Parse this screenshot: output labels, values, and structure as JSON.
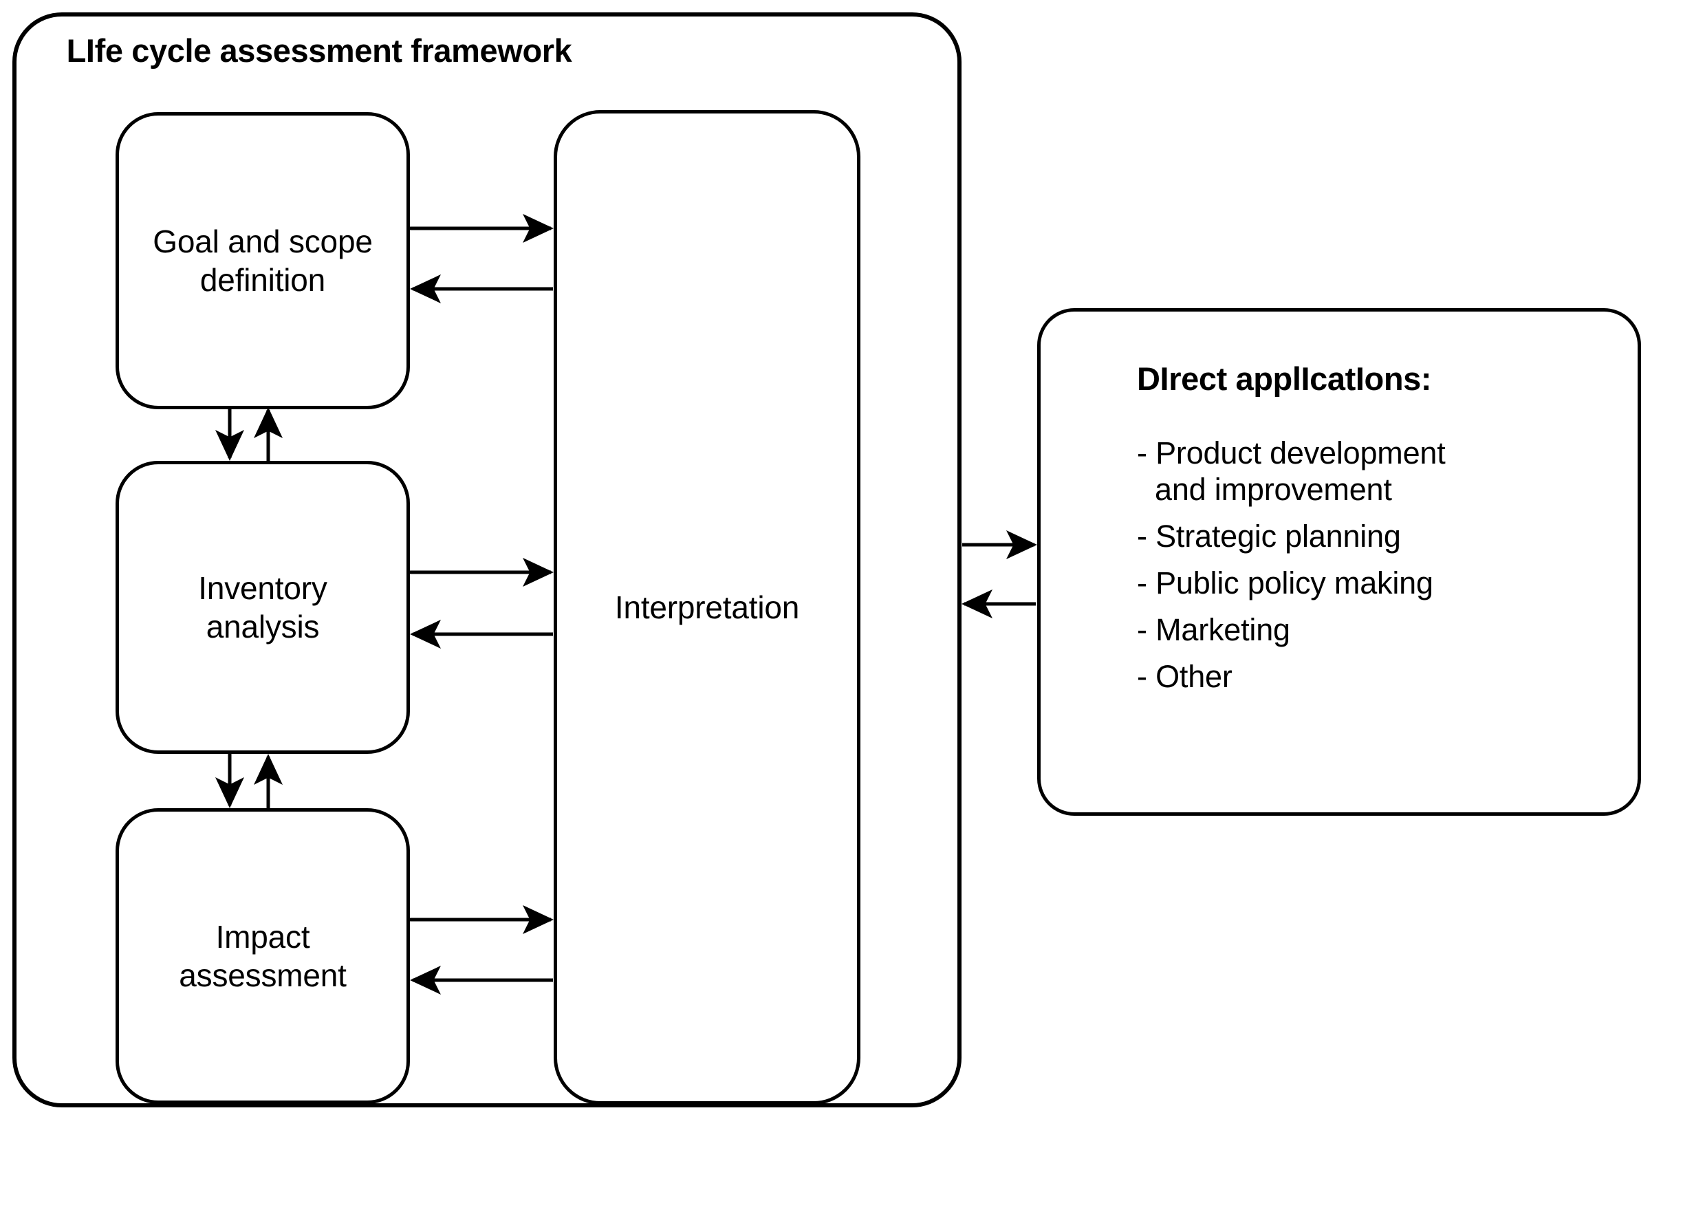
{
  "diagram": {
    "title": "LIfe cycle assessment framework",
    "framework": {
      "title": "LIfe cycle assessment framework",
      "stages": [
        {
          "id": "goal-and-scope-definition",
          "label": "Goal and scope\ndefinition"
        },
        {
          "id": "inventory-analysis",
          "label": "Inventory\nanalysis"
        },
        {
          "id": "impact-assessment",
          "label": "Impact\nassessment"
        }
      ],
      "interpretation": {
        "id": "interpretation",
        "label": "Interpretation"
      }
    },
    "applications": {
      "heading": "DIrect applIcatIons:",
      "items": [
        {
          "bullet": "-",
          "label": "Product development\nand improvement"
        },
        {
          "bullet": "-",
          "label": "Strategic planning"
        },
        {
          "bullet": "-",
          "label": "Public policy making"
        },
        {
          "bullet": "-",
          "label": "Marketing"
        },
        {
          "bullet": "-",
          "label": "Other"
        }
      ]
    },
    "connections": [
      {
        "from": "goal-and-scope-definition",
        "to": "interpretation",
        "direction": "right"
      },
      {
        "from": "interpretation",
        "to": "goal-and-scope-definition",
        "direction": "left"
      },
      {
        "from": "goal-and-scope-definition",
        "to": "inventory-analysis",
        "direction": "down"
      },
      {
        "from": "inventory-analysis",
        "to": "goal-and-scope-definition",
        "direction": "up"
      },
      {
        "from": "inventory-analysis",
        "to": "interpretation",
        "direction": "right"
      },
      {
        "from": "interpretation",
        "to": "inventory-analysis",
        "direction": "left"
      },
      {
        "from": "inventory-analysis",
        "to": "impact-assessment",
        "direction": "down"
      },
      {
        "from": "impact-assessment",
        "to": "inventory-analysis",
        "direction": "up"
      },
      {
        "from": "impact-assessment",
        "to": "interpretation",
        "direction": "right"
      },
      {
        "from": "interpretation",
        "to": "impact-assessment",
        "direction": "left"
      },
      {
        "from": "framework",
        "to": "applications",
        "direction": "right"
      },
      {
        "from": "applications",
        "to": "framework",
        "direction": "left"
      }
    ],
    "colors": {
      "stroke": "#000000",
      "background": "#ffffff",
      "text": "#000000"
    }
  }
}
